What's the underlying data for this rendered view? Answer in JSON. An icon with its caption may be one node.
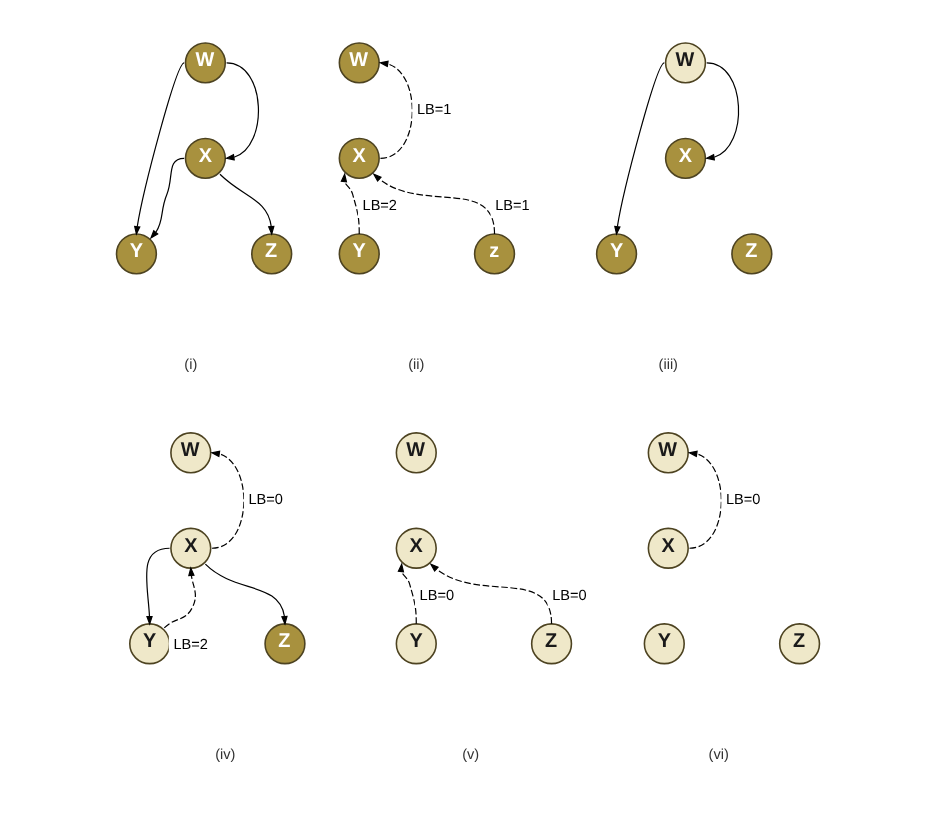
{
  "diagram": {
    "nodes": [
      {
        "text": [
          "W"
        ]
      },
      {
        "text": [
          "X"
        ]
      },
      {
        "text": [
          "Y"
        ]
      },
      {
        "text": [
          "Z"
        ]
      },
      {
        "text": [
          "W"
        ]
      },
      {
        "text": [
          "X"
        ]
      },
      {
        "text": [
          "Y"
        ]
      },
      {
        "text": [
          "z"
        ]
      },
      {
        "text": [
          "W"
        ]
      },
      {
        "text": [
          "X"
        ]
      },
      {
        "text": [
          "Y"
        ]
      },
      {
        "text": [
          "Z"
        ]
      },
      {
        "text": [
          "W"
        ]
      },
      {
        "text": [
          "X"
        ]
      },
      {
        "text": [
          "Y"
        ]
      },
      {
        "text": [
          "Z"
        ]
      },
      {
        "text": [
          "W"
        ]
      },
      {
        "text": [
          "X"
        ]
      },
      {
        "text": [
          "Y"
        ]
      },
      {
        "text": [
          "Z"
        ]
      },
      {
        "text": [
          "W"
        ]
      },
      {
        "text": [
          "X"
        ]
      },
      {
        "text": [
          "Y"
        ]
      },
      {
        "text": [
          "Z"
        ]
      }
    ],
    "edges": [
      {
        "from": 0,
        "to": 2,
        "arrow": "to"
      },
      {
        "from": 0,
        "to": 1,
        "arrow": "to"
      },
      {
        "from": 1,
        "to": 2,
        "arrow": "to"
      },
      {
        "from": 1,
        "to": 3,
        "arrow": "to"
      },
      {
        "from": 5,
        "to": 4,
        "arrow": "to",
        "style": "dashed",
        "label": "LB=1"
      },
      {
        "from": 6,
        "to": 5,
        "arrow": "to",
        "style": "dashed",
        "label": "LB=2"
      },
      {
        "from": 7,
        "to": 5,
        "arrow": "to",
        "style": "dashed",
        "label": "LB=1"
      },
      {
        "from": 8,
        "to": 10,
        "arrow": "to"
      },
      {
        "from": 8,
        "to": 9,
        "arrow": "to"
      },
      {
        "from": 13,
        "to": 12,
        "arrow": "to",
        "style": "dashed",
        "label": "LB=0"
      },
      {
        "from": 13,
        "to": 14,
        "arrow": "to"
      },
      {
        "from": 14,
        "to": 13,
        "arrow": "to",
        "style": "dashed",
        "label": "LB=2"
      },
      {
        "from": 13,
        "to": 15,
        "arrow": "to"
      },
      {
        "from": 18,
        "to": 17,
        "arrow": "to",
        "style": "dashed",
        "label": "LB=0"
      },
      {
        "from": 19,
        "to": 17,
        "arrow": "to",
        "style": "dashed",
        "label": "LB=0"
      },
      {
        "from": 21,
        "to": 20,
        "arrow": "to",
        "style": "dashed",
        "label": "LB=0"
      }
    ],
    "labels": [
      "(i)",
      "(ii)",
      "(iii)",
      "(iv)",
      "(v)",
      "(vi)"
    ]
  }
}
